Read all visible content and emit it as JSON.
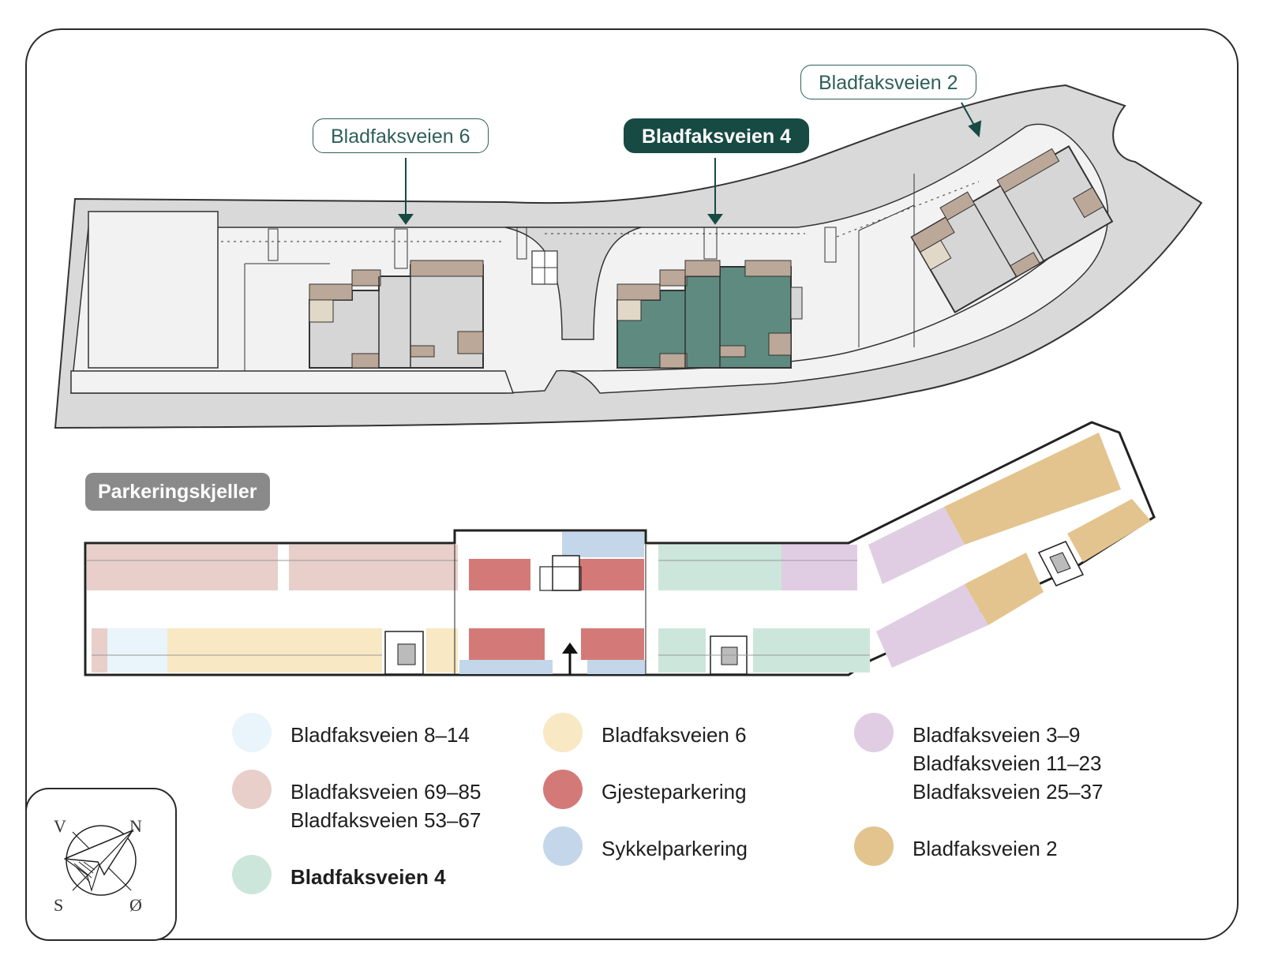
{
  "callouts": {
    "bladfaksveien_6": "Bladfaksveien 6",
    "bladfaksveien_4": "Bladfaksveien 4",
    "bladfaksveien_2": "Bladfaksveien 2"
  },
  "garage": {
    "label": "Parkeringskjeller"
  },
  "legend": [
    {
      "color": "#eaf4fb",
      "lines": [
        "Bladfaksveien 8–14"
      ]
    },
    {
      "color": "#e8cfca",
      "lines": [
        "Bladfaksveien 69–85",
        "Bladfaksveien 53–67"
      ]
    },
    {
      "color": "#cde6dc",
      "lines": [
        "Bladfaksveien 4"
      ],
      "bold": true
    },
    {
      "color": "#f8e8c4",
      "lines": [
        "Bladfaksveien 6"
      ]
    },
    {
      "color": "#d37a78",
      "lines": [
        "Gjesteparkering"
      ]
    },
    {
      "color": "#c4d7ea",
      "lines": [
        "Sykkelparkering"
      ]
    },
    {
      "color": "#e0cde3",
      "lines": [
        "Bladfaksveien 3–9",
        "Bladfaksveien 11–23",
        "Bladfaksveien 25–37"
      ]
    },
    {
      "color": "#e3c48e",
      "lines": [
        "Bladfaksveien 2"
      ]
    }
  ],
  "compass": {
    "north": "N",
    "west": "V",
    "south": "S",
    "east": "Ø"
  },
  "colors": {
    "road": "#d9d9d9",
    "building_grey": "#d6d6d6",
    "building_highlight": "#5e8a7f",
    "roof_brown": "#bca898",
    "roof_light": "#e2d8c7",
    "accent": "#174a43"
  }
}
